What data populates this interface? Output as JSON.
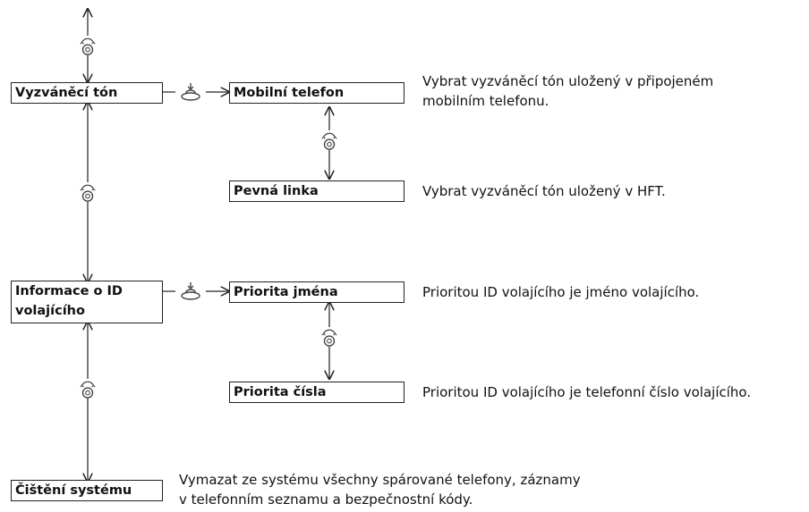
{
  "menu": [
    {
      "label": "Vyzváněcí tón",
      "options": [
        {
          "label": "Mobilní telefon",
          "description": [
            "Vybrat vyzváněcí tón uložený v připojeném",
            "mobilním telefonu."
          ]
        },
        {
          "label": "Pevná linka",
          "description": [
            "Vybrat vyzváněcí tón uložený v HFT."
          ]
        }
      ]
    },
    {
      "label": [
        "Informace o ID",
        "volajícího"
      ],
      "options": [
        {
          "label": "Priorita jména",
          "description": [
            "Prioritou ID volajícího je jméno volajícího."
          ]
        },
        {
          "label": "Priorita čísla",
          "description": [
            "Prioritou ID volajícího je telefonní číslo volajícího."
          ]
        }
      ]
    },
    {
      "label": "Čištění systému",
      "description": [
        "Vymazat ze systému všechny spárované telefony, záznamy",
        "v telefonním seznamu a bezpečnostní kódy."
      ]
    }
  ],
  "icons": {
    "rotate": "rotary-knob-icon",
    "press": "knob-press-icon"
  }
}
